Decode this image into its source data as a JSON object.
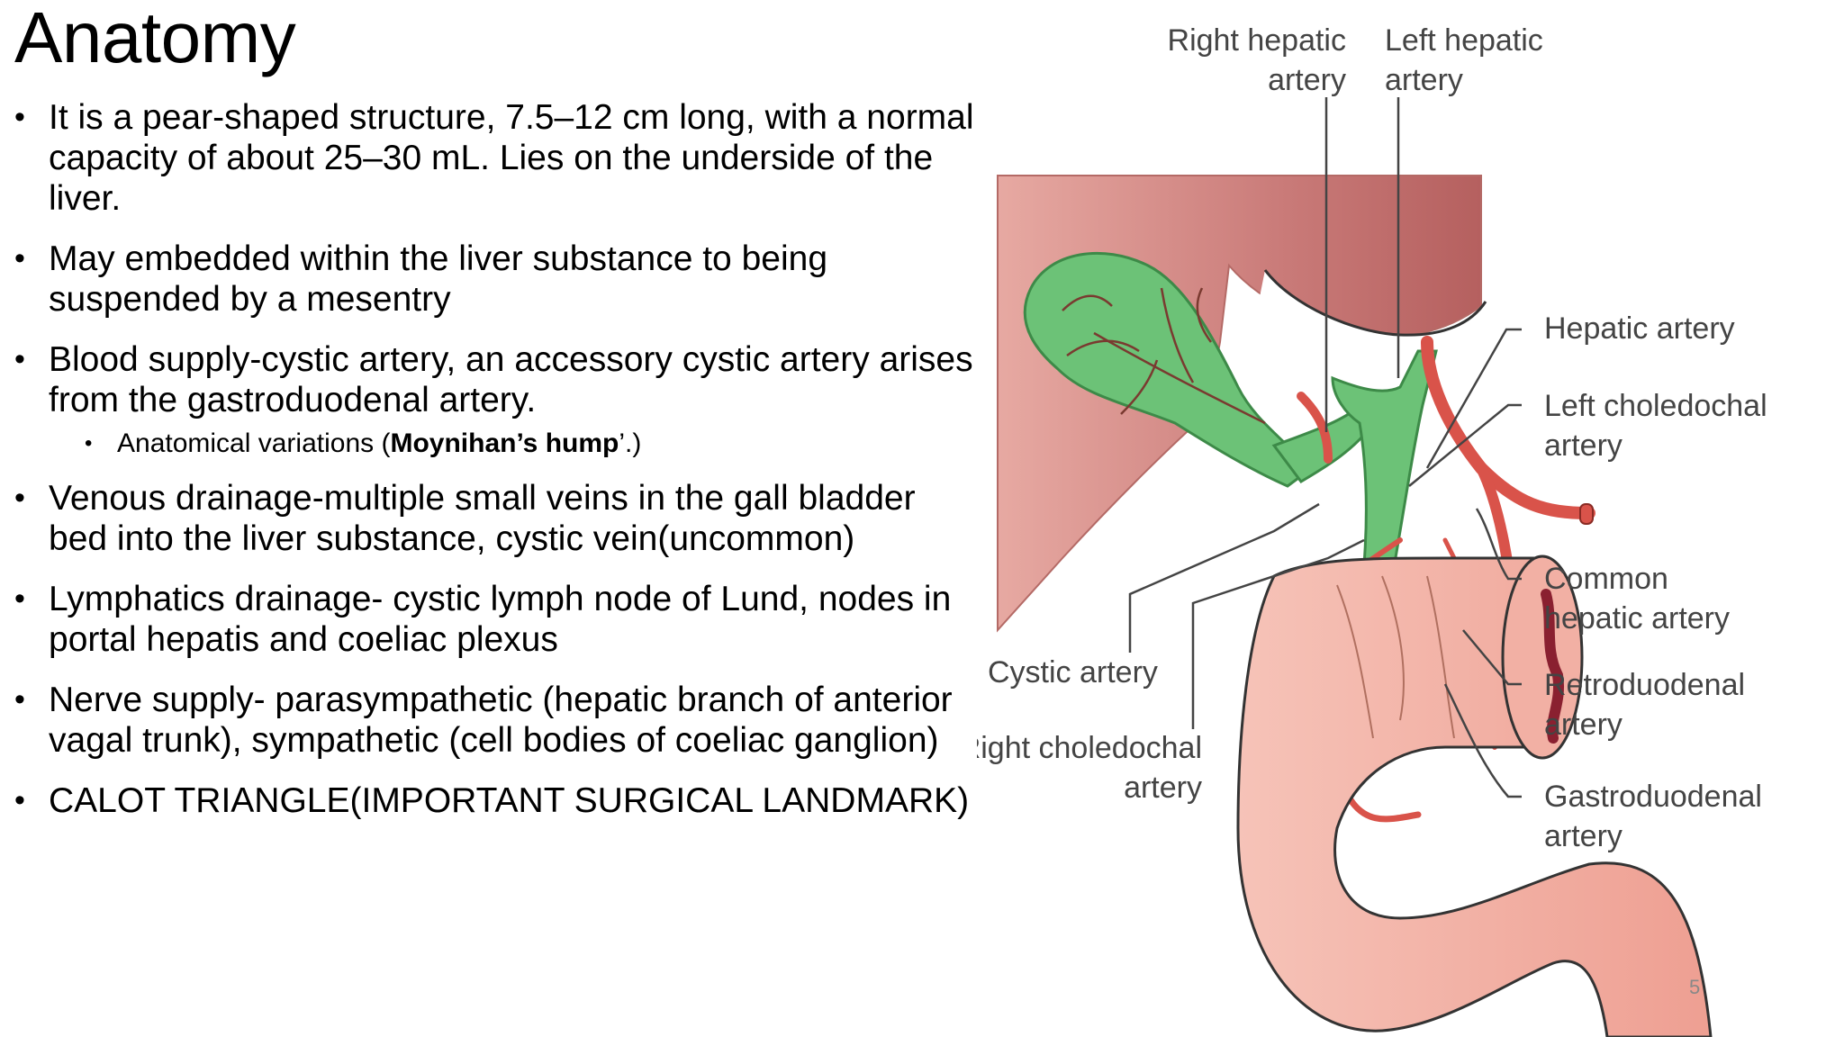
{
  "slide": {
    "title": "Anatomy",
    "page_number": "5"
  },
  "bullets": [
    "It is a pear-shaped structure, 7.5–12 cm long, with a normal capacity of about 25–30 mL. Lies on the underside of the liver.",
    "May embedded within the liver substance to being suspended by a mesentry",
    "Blood supply-cystic artery, an accessory cystic artery arises from the gastroduodenal artery.",
    "Venous drainage-multiple small veins in the gall bladder bed into the liver substance, cystic vein(uncommon)",
    "Lymphatics drainage- cystic lymph node of Lund, nodes in portal hepatis  and coeliac plexus",
    "Nerve supply- parasympathetic (hepatic branch of anterior vagal trunk), sympathetic (cell bodies of coeliac ganglion)",
    "CALOT TRIANGLE(IMPORTANT SURGICAL LANDMARK)"
  ],
  "sub_bullet": {
    "prefix": "Anatomical variations (",
    "bold": "Moynihan’s hump",
    "suffix": "’.)"
  },
  "diagram": {
    "labels": {
      "right_hepatic_1": "Right hepatic",
      "right_hepatic_2": "artery",
      "left_hepatic_1": "Left hepatic",
      "left_hepatic_2": "artery",
      "hepatic_artery": "Hepatic artery",
      "left_choledochal_1": "Left choledochal",
      "left_choledochal_2": "artery",
      "common_hepatic_1": "Common",
      "common_hepatic_2": "hepatic artery",
      "cystic_artery": "Cystic artery",
      "retroduodenal_1": "Retroduodenal",
      "retroduodenal_2": "artery",
      "right_choledochal_1": "Right choledochal",
      "right_choledochal_2": "artery",
      "gastroduodenal_1": "Gastroduodenal",
      "gastroduodenal_2": "artery"
    },
    "colors": {
      "liver": "#c97a78",
      "gallbladder": "#6cc277",
      "artery": "#d9534a",
      "duodenum": "#f2b3a8",
      "leader": "#444444"
    }
  }
}
